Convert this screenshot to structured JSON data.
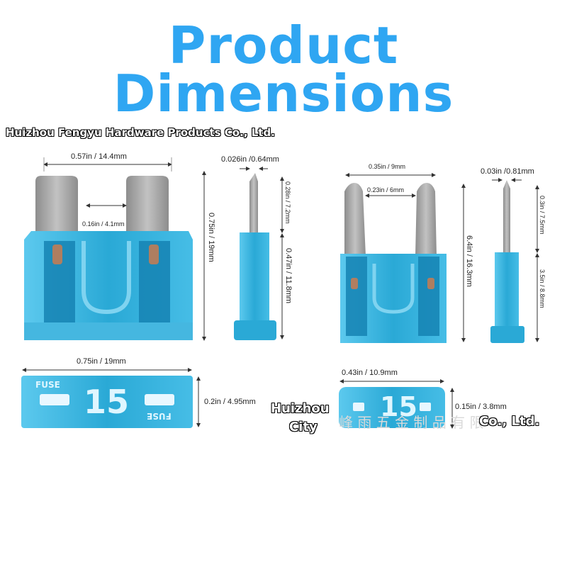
{
  "heading": {
    "line1": "Product",
    "line2": "Dimensions"
  },
  "watermark": {
    "top": "Huizhou Fengyu Hardware Products Co., Ltd.",
    "city_line1": "Huizhou",
    "city_line2": "City",
    "company_end": "Co., Ltd.",
    "faint_chinese": "峰 雨 五 金 制 品 有 限"
  },
  "standard_fuse": {
    "width": "0.57in / 14.4mm",
    "gap": "0.16in / 4.1mm",
    "height": "0.75in / 19mm",
    "blade_thickness": "0.026in /0.64mm",
    "blade_length": "0.28in / 7.2mm",
    "body_length": "0.47in / 11.8mm",
    "top_width": "0.75in / 19mm",
    "top_thickness": "0.2in / 4.95mm",
    "rating": "15",
    "marking": "FUSE"
  },
  "mini_fuse": {
    "width": "0.35in / 9mm",
    "gap": "0.23in / 6mm",
    "height": "6.4in / 16.3mm",
    "blade_thickness": "0.03in /0.81mm",
    "blade_length": "0.3in / 7.5mm",
    "body_length": "3.5in / 8.8mm",
    "top_width": "0.43in / 10.9mm",
    "top_thickness": "0.15in / 3.8mm",
    "rating": "15"
  },
  "colors": {
    "title": "#2fa6f2",
    "fuse_body": "#2aa9d6",
    "fuse_dark": "#1583b3",
    "blade": "#a7a7a7"
  }
}
